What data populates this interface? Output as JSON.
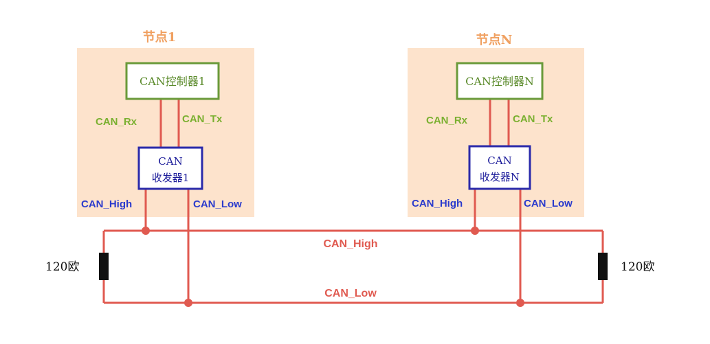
{
  "nodes": [
    {
      "title": "节点1",
      "controller": "CAN控制器1",
      "rx_label": "CAN_Rx",
      "tx_label": "CAN_Tx",
      "transceiver_line1": "CAN",
      "transceiver_line2": "收发器1",
      "high_label": "CAN_High",
      "low_label": "CAN_Low"
    },
    {
      "title": "节点N",
      "controller": "CAN控制器N",
      "rx_label": "CAN_Rx",
      "tx_label": "CAN_Tx",
      "transceiver_line1": "CAN",
      "transceiver_line2": "收发器N",
      "high_label": "CAN_High",
      "low_label": "CAN_Low"
    }
  ],
  "bus": {
    "high_label": "CAN_High",
    "low_label": "CAN_Low"
  },
  "terminators": {
    "left_label": "120欧",
    "right_label": "120欧"
  },
  "colors": {
    "node_bg": "#fde3cc",
    "node_title": "#f0a060",
    "controller_border": "#6a9a3a",
    "controller_text": "#5a8a2a",
    "rx_tx_text": "#7ab030",
    "transceiver_border": "#2a2aaa",
    "transceiver_text": "#1a1a99",
    "bus_label_text": "#2a3acc",
    "wire": "#e05a50",
    "bus_text": "#e05a50",
    "resistor": "#111111"
  }
}
